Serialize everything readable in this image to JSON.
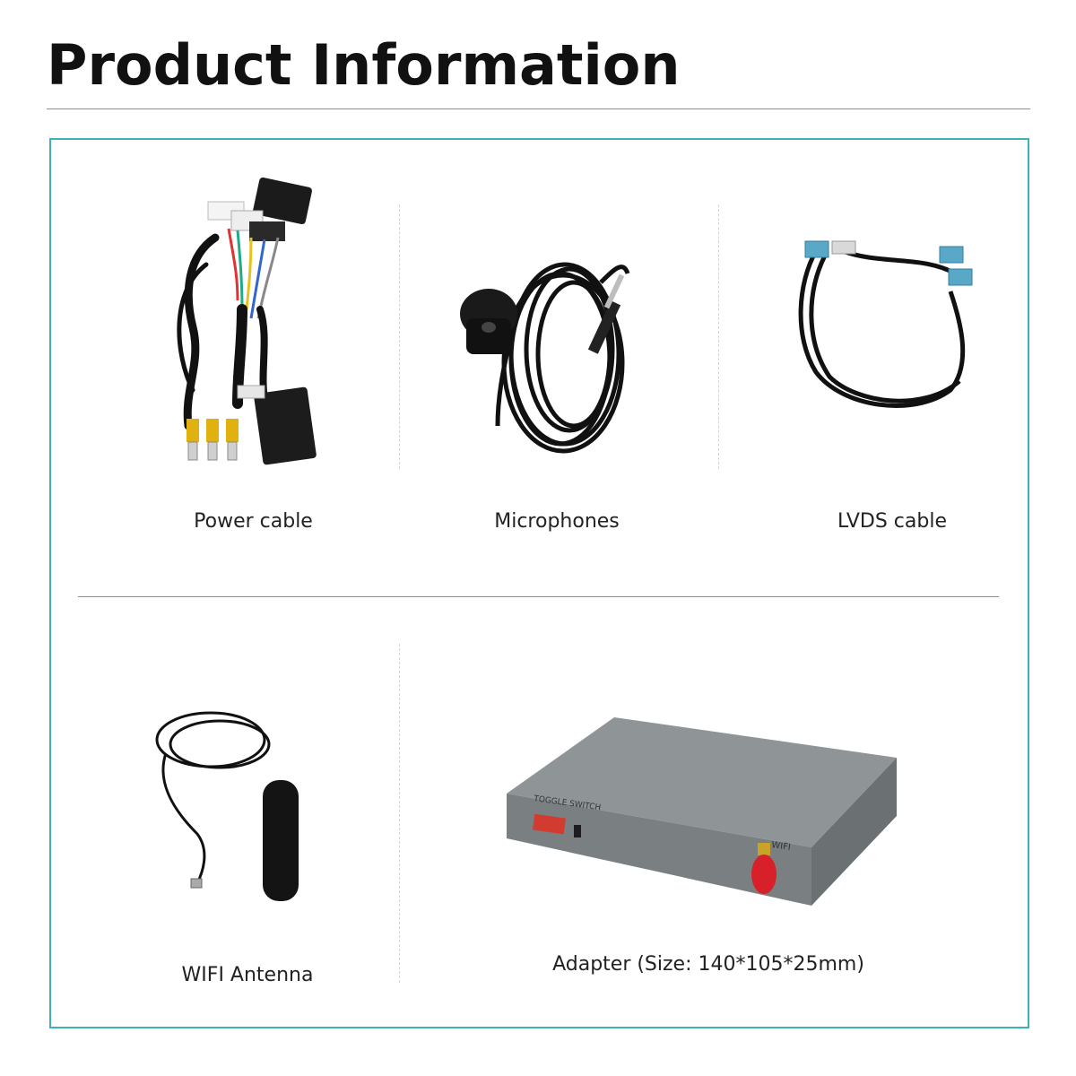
{
  "header": {
    "title": "Product Information"
  },
  "items": [
    {
      "name": "Power cable",
      "image": "power-cable-harness"
    },
    {
      "name": "Microphones",
      "image": "microphone"
    },
    {
      "name": "LVDS cable",
      "image": "lvds-cable"
    },
    {
      "name": "WIFI Antenna",
      "image": "wifi-antenna"
    },
    {
      "name": "Adapter (Size: 140*105*25mm)",
      "image": "adapter-box",
      "box_labels": {
        "toggle": "TOGGLE SWITCH",
        "wifi": "WIFI"
      }
    }
  ],
  "colors": {
    "accent": "#3fb2b5",
    "cable": "#111111",
    "rca": "#e0b10f",
    "connector_blue": "#5aa8c8",
    "box": "#8f9596",
    "antenna_tip": "#d8202a"
  }
}
